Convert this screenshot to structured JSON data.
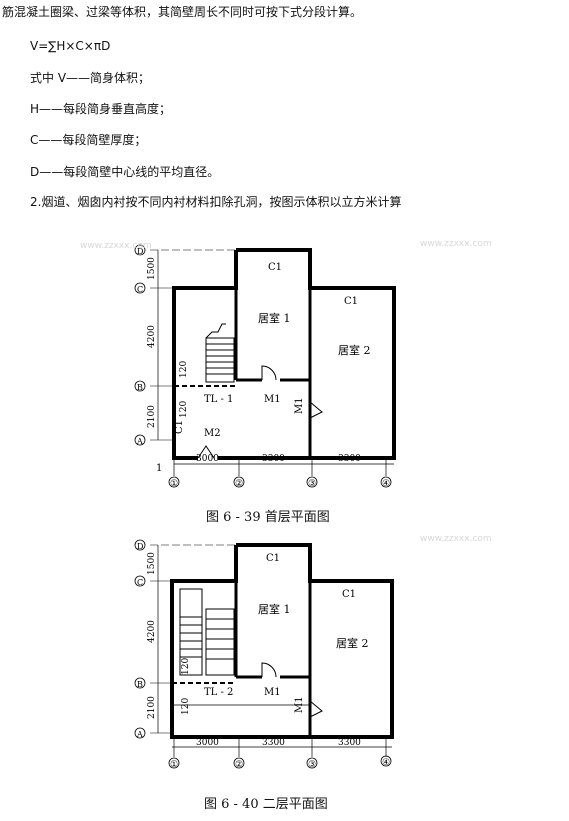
{
  "text": {
    "line1": "筋混凝土圈梁、过梁等体积，其简壁周长不同时可按下式分段计算。",
    "formula": "V=∑H×C×πD",
    "where": "式中 V——简身体积；",
    "h_def": "H——每段简身垂直高度；",
    "c_def": "C——每段简壁厚度；",
    "d_def": "D——每段简壁中心线的平均直径。",
    "item2": "2.烟道、烟囱内衬按不同内衬材料扣除孔洞，按图示体积以立方米计算"
  },
  "figure1": {
    "caption": "图 6 - 39   首层平面图",
    "rooms": {
      "r1": "居室 1",
      "r2": "居室 2"
    },
    "labels": {
      "c1a": "C1",
      "c1b": "C1",
      "m1a": "M1",
      "m1b": "M1",
      "m2": "M2",
      "tl": "TL - 1",
      "c1c": "C1"
    },
    "dims_left": {
      "d1": "1500",
      "d2": "4200",
      "d3": "2100",
      "d4": "120",
      "d5": "120"
    },
    "dims_bottom": {
      "b1": "3000",
      "b2": "3300",
      "b3": "3300"
    },
    "axes_row": {
      "a1": "①",
      "a2": "②",
      "a3": "③",
      "a4": "④"
    },
    "axes_col": {
      "aD": "D",
      "aC": "C",
      "aB": "B",
      "aA": "A"
    },
    "mark": "1"
  },
  "figure2": {
    "caption": "图 6 - 40   二层平面图",
    "rooms": {
      "r1": "居室 1",
      "r2": "居室 2"
    },
    "labels": {
      "c1a": "C1",
      "c1b": "C1",
      "m1a": "M1",
      "m1b": "M1",
      "tl": "TL - 2"
    },
    "dims_left": {
      "d1": "1500",
      "d2": "4200",
      "d3": "2100",
      "d4": "120",
      "d5": "120"
    },
    "dims_bottom": {
      "b1": "3000",
      "b2": "3300",
      "b3": "3300"
    },
    "axes_row": {
      "a1": "①",
      "a2": "②",
      "a3": "③",
      "a4": "④"
    },
    "axes_col": {
      "aD": "D",
      "aC": "C",
      "aB": "B",
      "aA": "A"
    }
  },
  "watermark": "www.zzxxx.com"
}
